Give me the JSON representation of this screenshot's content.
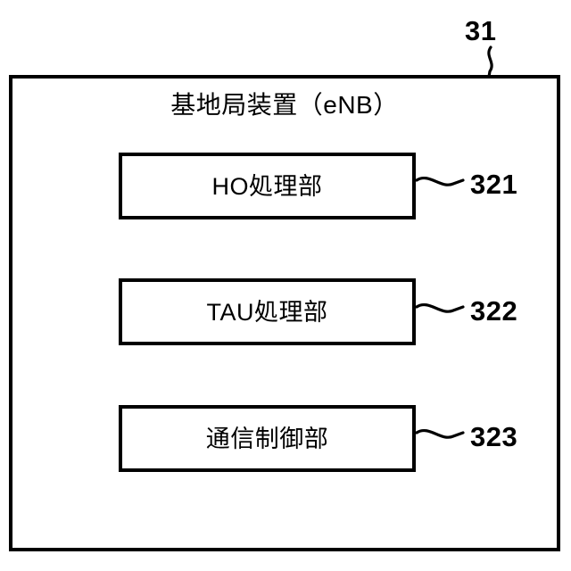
{
  "figure": {
    "type": "patent-block-diagram",
    "background_color": "#ffffff",
    "line_color": "#000000",
    "outer_reference_number": "31",
    "device_title": "基地局装置（eNB）",
    "modules": [
      {
        "label": "HO処理部",
        "reference_number": "321"
      },
      {
        "label": "TAU処理部",
        "reference_number": "322"
      },
      {
        "label": "通信制御部",
        "reference_number": "323"
      }
    ],
    "leaders": [
      {
        "name": "leader-31",
        "orientation": "vertical",
        "from": "reference 31",
        "to": "outer box top edge"
      },
      {
        "name": "leader-321",
        "orientation": "horizontal",
        "from": "HO処理部 box right edge",
        "to": "reference 321"
      },
      {
        "name": "leader-322",
        "orientation": "horizontal",
        "from": "TAU処理部 box right edge",
        "to": "reference 322"
      },
      {
        "name": "leader-323",
        "orientation": "horizontal",
        "from": "通信制御部 box right edge",
        "to": "reference 323"
      }
    ]
  }
}
